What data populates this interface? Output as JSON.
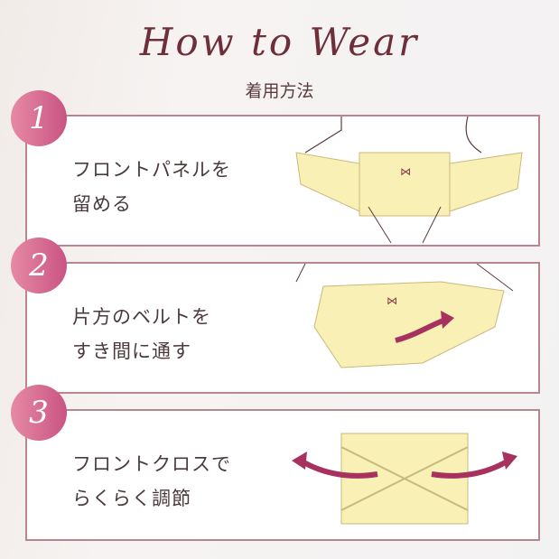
{
  "header": {
    "title": "How to Wear",
    "subtitle": "着用方法"
  },
  "steps": [
    {
      "number": "1",
      "line1": "フロントパネルを",
      "line2": "留める"
    },
    {
      "number": "2",
      "line1": "片方のベルトを",
      "line2": "すき間に通す"
    },
    {
      "number": "3",
      "line1": "フロントクロスで",
      "line2": "らくらく調節"
    }
  ],
  "colors": {
    "accent": "#c95482",
    "belt": "#f8f0b4",
    "arrow": "#a8325f",
    "border": "#b98690"
  }
}
